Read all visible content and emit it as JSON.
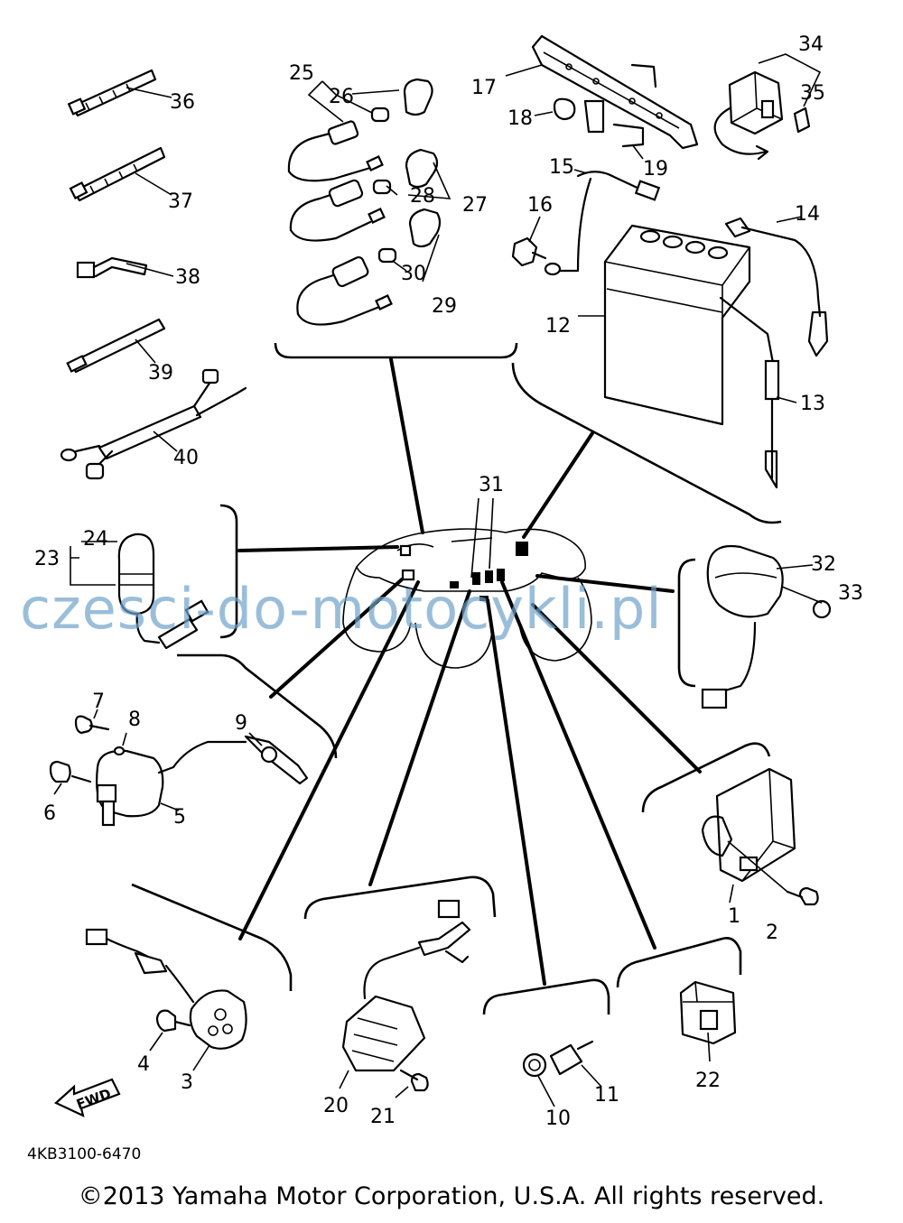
{
  "watermark": "czesci-do-motocykli.pl",
  "diagram_code": "4KB3100-6470",
  "fwd_label": "FWD",
  "copyright": "©2013 Yamaha Motor Corporation, U.S.A. All rights reserved.",
  "callouts": {
    "c1": "1",
    "c2": "2",
    "c3": "3",
    "c4": "4",
    "c5": "5",
    "c6": "6",
    "c7": "7",
    "c8": "8",
    "c9": "9",
    "c10": "10",
    "c11": "11",
    "c12": "12",
    "c13": "13",
    "c14": "14",
    "c15": "15",
    "c16": "16",
    "c17": "17",
    "c18": "18",
    "c19": "19",
    "c20": "20",
    "c21": "21",
    "c22": "22",
    "c23": "23",
    "c24": "24",
    "c25": "25",
    "c26": "26",
    "c27": "27",
    "c28": "28",
    "c29": "29",
    "c30": "30",
    "c31": "31",
    "c32": "32",
    "c33": "33",
    "c34": "34",
    "c35": "35",
    "c36": "36",
    "c37": "37",
    "c38": "38",
    "c39": "39",
    "c40": "40"
  }
}
